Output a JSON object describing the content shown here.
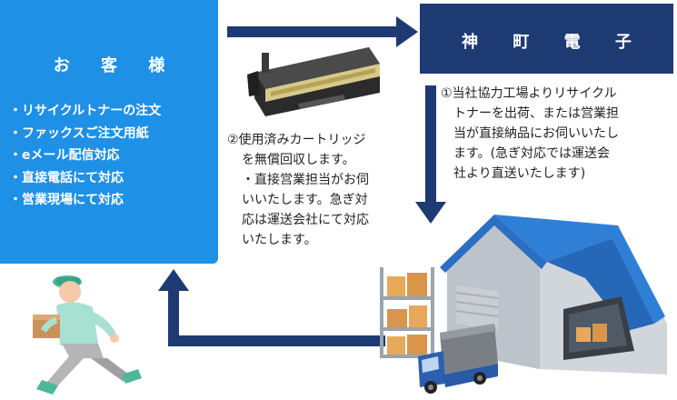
{
  "customer": {
    "title": "お 客 様",
    "items": [
      "リサイクルトナーの注文",
      "ファックスご注文用紙",
      "eメール配信対応",
      "直接電話にて対応",
      "営業現場にて対応"
    ],
    "bullet": "・"
  },
  "company": {
    "title": "神 町 電 子"
  },
  "step1": {
    "lines": [
      "①当社協力工場よりリサイクル",
      "トナーを出荷、または営業担",
      "当が直接納品にお伺いいたし",
      "ます。(急ぎ対応では運送会",
      "社より直送いたします)"
    ]
  },
  "step2": {
    "lines": [
      "②使用済みカートリッジ",
      "を無償回収します。",
      "・直接営業担当がお伺",
      "いいたします。急ぎ対",
      "応は運送会社にて対応",
      "いたします。"
    ]
  },
  "colors": {
    "customer_bg": "#1e90e6",
    "company_bg": "#1d3a73",
    "arrow": "#1d3a73",
    "warehouse_roof": "#2a6fc4"
  },
  "icons": {
    "cartridge": "toner-cartridge-icon",
    "courier": "running-courier-icon",
    "warehouse": "warehouse-icon",
    "truck": "delivery-truck-icon",
    "shelf": "parcel-shelf-icon"
  }
}
